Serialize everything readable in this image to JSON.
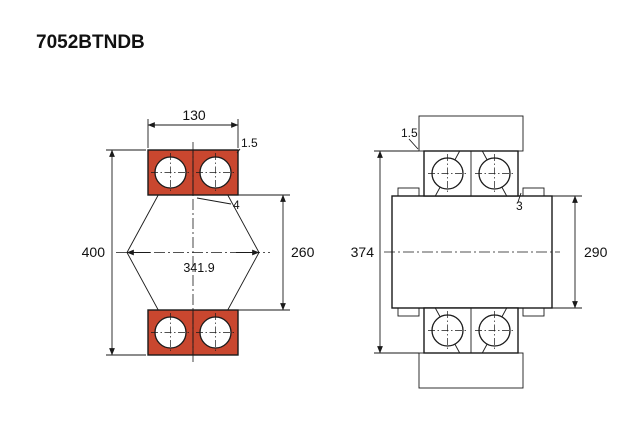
{
  "title": "7052BTNDB",
  "colors": {
    "bearing": "#c9472f",
    "housing": "#c9c9c9",
    "line": "#1a1a1a"
  },
  "left_view": {
    "name": "bearing cross-section",
    "dims": {
      "width": "130",
      "outer_diameter": "400",
      "bore_diameter": "260",
      "load_center_distance": "341.9",
      "chamfer": "1.5",
      "inner_ring_gap": "4"
    }
  },
  "right_view": {
    "name": "mounting arrangement",
    "dims": {
      "housing_abutment_diameter": "374",
      "shaft_abutment_diameter": "290",
      "fillet": "1.5",
      "abutment_gap": "3"
    }
  }
}
